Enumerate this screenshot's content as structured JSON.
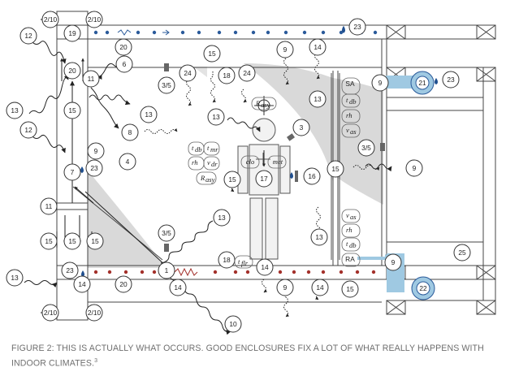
{
  "caption": {
    "line1": "FIGURE 2: THIS IS ACTUALLY WHAT OCCURS. GOOD ENCLOSURES FIX A LOT OF WHAT REALLY HAPPENS WITH",
    "line2": "INDOOR CLIMATES.",
    "footnote": "3"
  },
  "colors": {
    "accent_blue": "#9fc9e2",
    "dark_blue": "#2a5a9a",
    "red_dot": "#a3302b",
    "shade": "#d9d9d9",
    "line": "#333333"
  },
  "labels": {
    "n1": "1",
    "n2_10": "2/10",
    "n3": "3",
    "n3_5": "3/5",
    "n4": "4",
    "n6": "6",
    "n7": "7",
    "n8": "8",
    "n9": "9",
    "n10": "10",
    "n11": "11",
    "n12": "12",
    "n13": "13",
    "n14": "14",
    "n15": "15",
    "n16": "16",
    "n17": "17",
    "n18": "18",
    "n19": "19",
    "n20": "20",
    "n21": "21",
    "n22": "22",
    "n23": "23",
    "n24": "24",
    "n25": "25"
  },
  "air_labels": {
    "sa": "SA",
    "ra": "RA",
    "tdb": "t",
    "tdb_sub": "db",
    "rh": "rh",
    "vas": "v",
    "vas_sub": "as",
    "tmr": "t",
    "tmr_sub": "mr",
    "vdr": "v",
    "vdr_sub": "dr",
    "rasy": "R",
    "rasy_sub": "asy",
    "tflr": "t",
    "tflr_sub": "flr",
    "clo": "clo",
    "met": "met"
  },
  "icons": [
    "water-drop-icon",
    "sensor-icon",
    "fan-icon",
    "heat-wave-icon",
    "thermostat-icon",
    "damper-icon"
  ]
}
